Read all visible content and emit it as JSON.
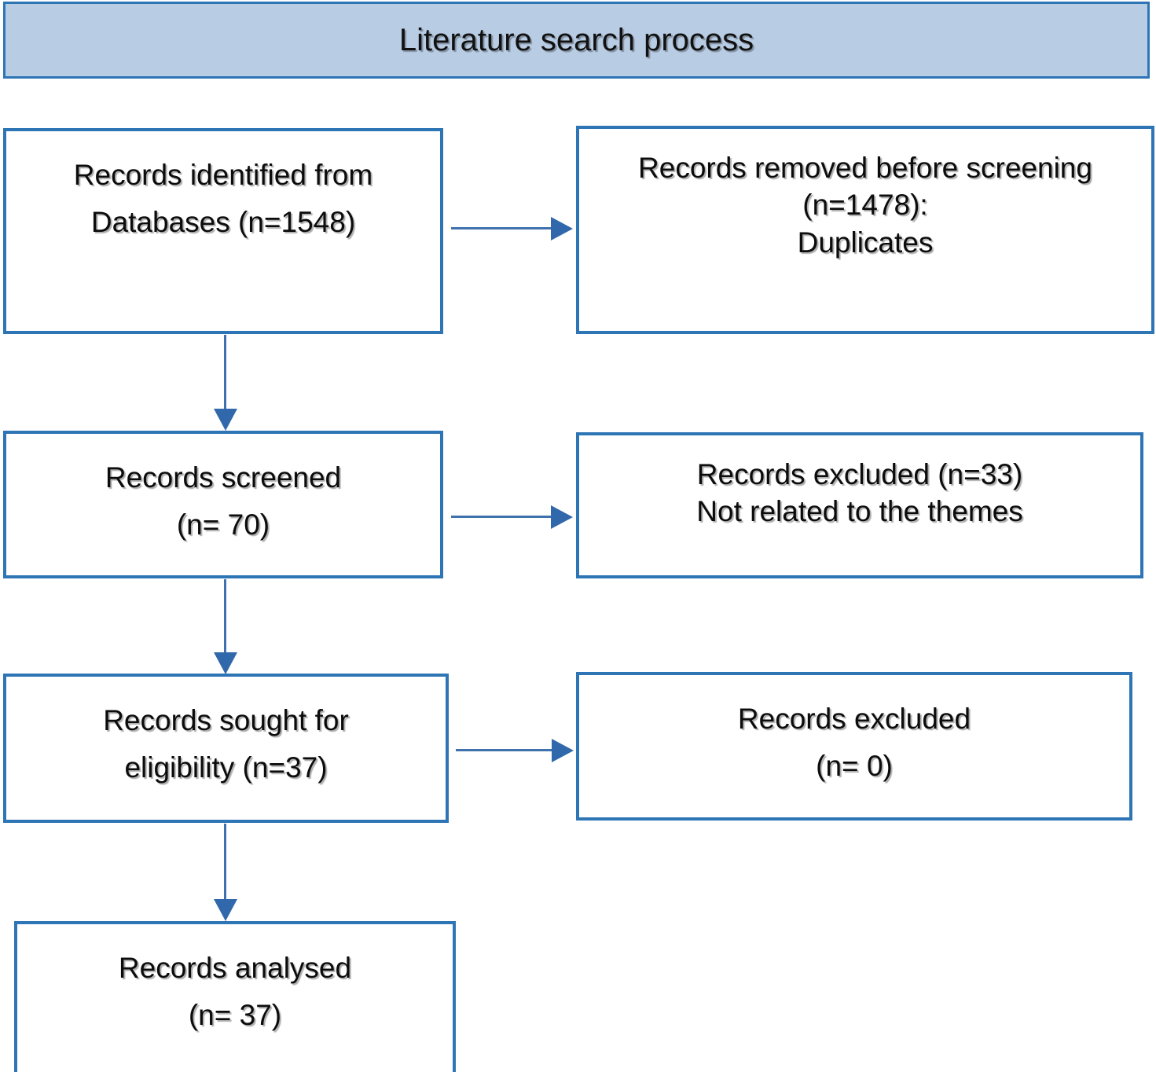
{
  "title": "Literature search process",
  "flow": {
    "identified": {
      "line1": "Records identified from",
      "line2": "Databases (n=1548)"
    },
    "removed": {
      "line1": "Records removed before screening",
      "line2": "(n=1478):",
      "line3": "Duplicates"
    },
    "screened": {
      "line1": "Records screened",
      "line2": "(n= 70)"
    },
    "excluded_33": {
      "line1": "Records excluded (n=33)",
      "line2": "Not related to the themes"
    },
    "sought": {
      "line1": "Records sought for",
      "line2": "eligibility (n=37)"
    },
    "excluded_0": {
      "line1": "Records excluded",
      "line2": "(n= 0)"
    },
    "analysed": {
      "line1": "Records analysed",
      "line2": "(n= 37)"
    }
  },
  "colors": {
    "banner_fill": "#b8cce4",
    "border_blue": "#2e75b6",
    "arrow_blue": "#3068ab",
    "text": "#0c0c0c"
  },
  "chart_data": {
    "type": "diagram",
    "title": "Literature search process",
    "nodes": [
      {
        "id": "identified",
        "label": "Records identified from Databases (n=1548)",
        "n": 1548,
        "column": "left",
        "row": 1
      },
      {
        "id": "removed",
        "label": "Records removed before screening (n=1478): Duplicates",
        "n": 1478,
        "column": "right",
        "row": 1
      },
      {
        "id": "screened",
        "label": "Records screened (n= 70)",
        "n": 70,
        "column": "left",
        "row": 2
      },
      {
        "id": "excluded_33",
        "label": "Records excluded (n=33) Not related to the themes",
        "n": 33,
        "column": "right",
        "row": 2
      },
      {
        "id": "sought",
        "label": "Records sought for eligibility (n=37)",
        "n": 37,
        "column": "left",
        "row": 3
      },
      {
        "id": "excluded_0",
        "label": "Records excluded (n= 0)",
        "n": 0,
        "column": "right",
        "row": 3
      },
      {
        "id": "analysed",
        "label": "Records analysed (n= 37)",
        "n": 37,
        "column": "left",
        "row": 4
      }
    ],
    "edges": [
      {
        "from": "identified",
        "to": "removed",
        "direction": "right"
      },
      {
        "from": "identified",
        "to": "screened",
        "direction": "down"
      },
      {
        "from": "screened",
        "to": "excluded_33",
        "direction": "right"
      },
      {
        "from": "screened",
        "to": "sought",
        "direction": "down"
      },
      {
        "from": "sought",
        "to": "excluded_0",
        "direction": "right"
      },
      {
        "from": "sought",
        "to": "analysed",
        "direction": "down"
      }
    ]
  }
}
